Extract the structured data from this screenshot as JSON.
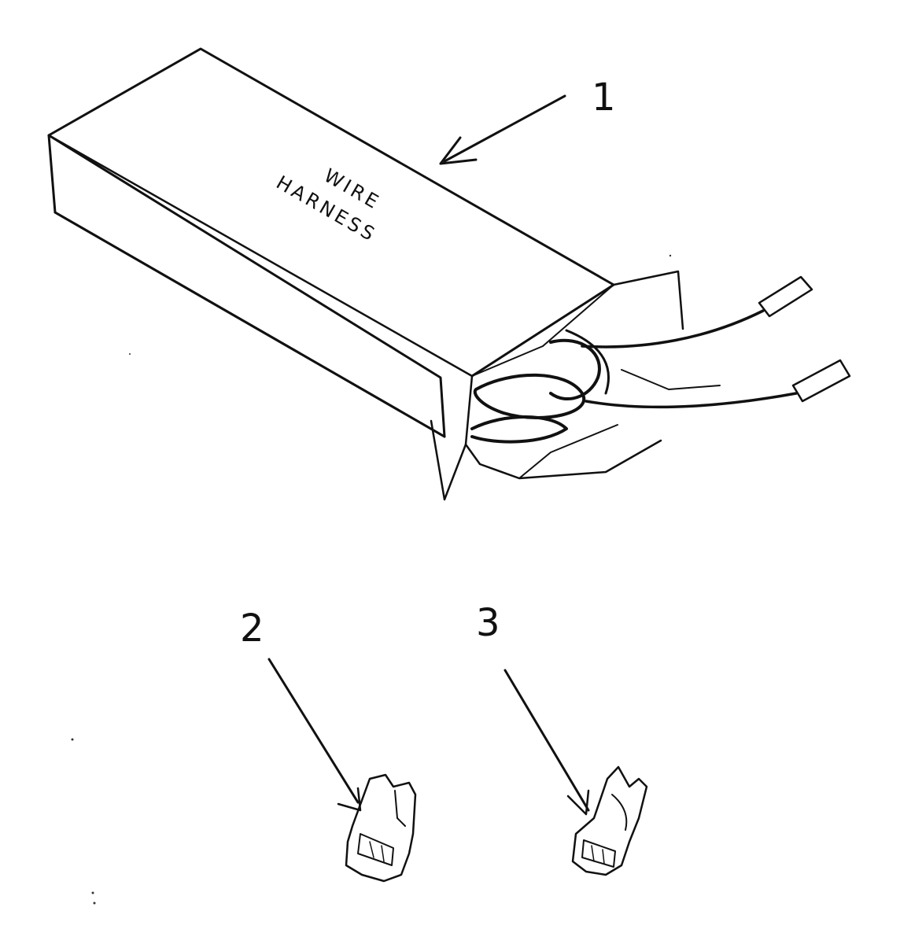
{
  "box": {
    "label_line1": "WIRE",
    "label_line2": "HARNESS"
  },
  "callouts": [
    {
      "id": "1"
    },
    {
      "id": "2"
    },
    {
      "id": "3"
    }
  ],
  "colors": {
    "ink": "#111111",
    "paper": "#ffffff"
  }
}
